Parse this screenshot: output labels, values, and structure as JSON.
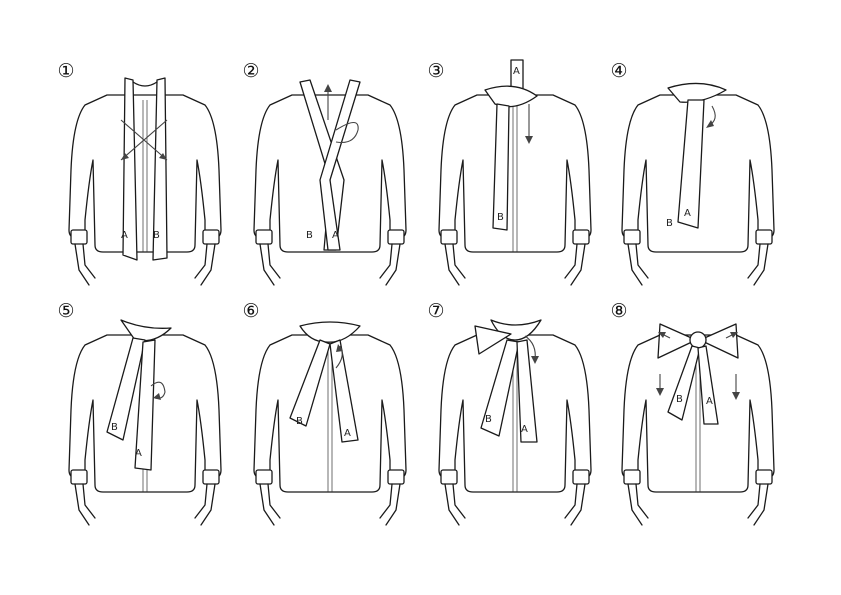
{
  "steps": [
    {
      "number": "①",
      "labels": [
        "A",
        "B"
      ]
    },
    {
      "number": "②",
      "labels": [
        "B",
        "A"
      ]
    },
    {
      "number": "③",
      "labels": [
        "A",
        "B"
      ]
    },
    {
      "number": "④",
      "labels": [
        "B",
        "A"
      ]
    },
    {
      "number": "⑤",
      "labels": [
        "B",
        "A"
      ]
    },
    {
      "number": "⑥",
      "labels": [
        "B",
        "A"
      ]
    },
    {
      "number": "⑦",
      "labels": [
        "B",
        "A"
      ]
    },
    {
      "number": "⑧",
      "labels": [
        "B",
        "A"
      ]
    }
  ]
}
